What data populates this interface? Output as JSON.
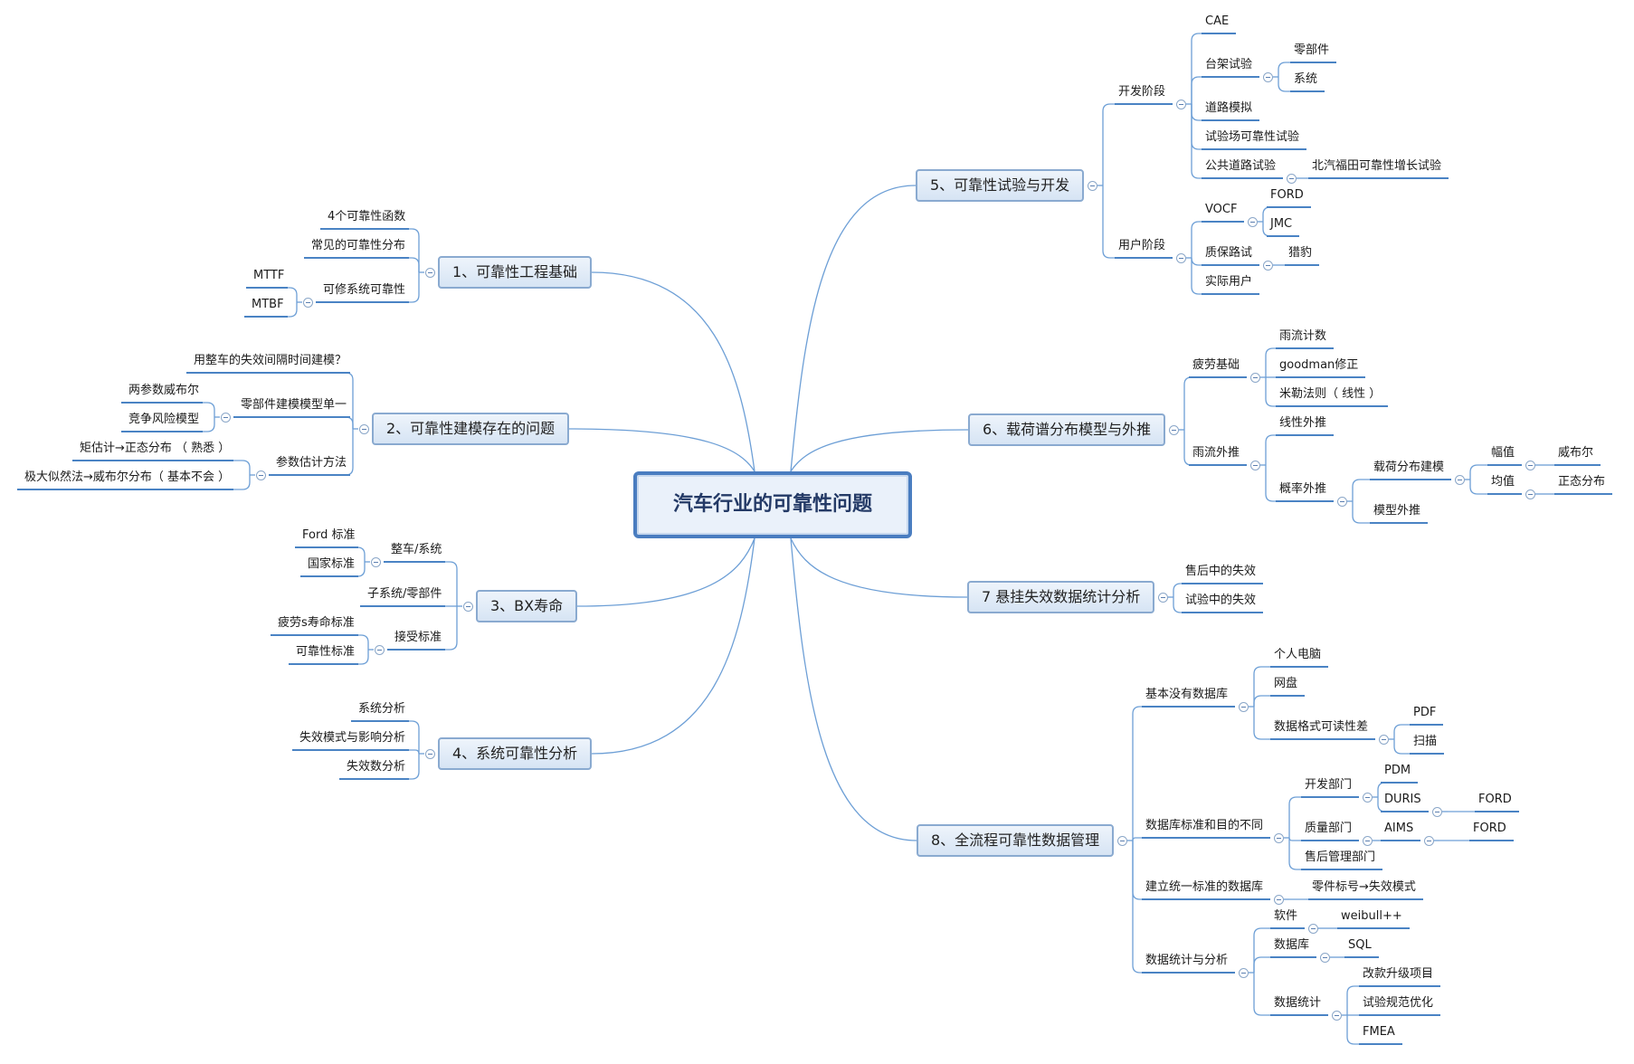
{
  "root": {
    "label": "汽车行业的可靠性问题"
  },
  "branches": [
    {
      "label": "1、可靠性工程基础",
      "children": [
        {
          "label": "4个可靠性函数"
        },
        {
          "label": "常见的可靠性分布"
        },
        {
          "label": "可修系统可靠性",
          "children": [
            {
              "label": "MTTF"
            },
            {
              "label": "MTBF"
            }
          ]
        }
      ]
    },
    {
      "label": "2、可靠性建模存在的问题",
      "children": [
        {
          "label": "用整车的失效间隔时间建模？"
        },
        {
          "label": "零部件建模模型单一",
          "children": [
            {
              "label": "两参数威布尔"
            },
            {
              "label": "竞争风险模型"
            }
          ]
        },
        {
          "label": "参数估计方法",
          "children": [
            {
              "label": "矩估计→正态分布 （ 熟悉 ）"
            },
            {
              "label": "极大似然法→威布尔分布（ 基本不会 ）"
            }
          ]
        }
      ]
    },
    {
      "label": "3、BX寿命",
      "children": [
        {
          "label": "整车/系统",
          "children": [
            {
              "label": "Ford 标准"
            },
            {
              "label": "国家标准"
            }
          ]
        },
        {
          "label": "子系统/零部件"
        },
        {
          "label": "接受标准",
          "children": [
            {
              "label": "疲劳s寿命标准"
            },
            {
              "label": "可靠性标准"
            }
          ]
        }
      ]
    },
    {
      "label": "4、系统可靠性分析",
      "children": [
        {
          "label": "系统分析"
        },
        {
          "label": "失效模式与影响分析"
        },
        {
          "label": "失效数分析"
        }
      ]
    },
    {
      "label": "5、可靠性试验与开发",
      "children": [
        {
          "label": "开发阶段",
          "children": [
            {
              "label": "CAE"
            },
            {
              "label": "台架试验",
              "children": [
                {
                  "label": "零部件"
                },
                {
                  "label": "系统"
                }
              ]
            },
            {
              "label": "道路模拟"
            },
            {
              "label": "试验场可靠性试验"
            },
            {
              "label": "公共道路试验",
              "children": [
                {
                  "label": "北汽福田可靠性增长试验"
                }
              ]
            }
          ]
        },
        {
          "label": "用户阶段",
          "children": [
            {
              "label": "VOCF",
              "children": [
                {
                  "label": "FORD"
                },
                {
                  "label": "JMC"
                }
              ]
            },
            {
              "label": "质保路试",
              "children": [
                {
                  "label": "猎豹"
                }
              ]
            },
            {
              "label": "实际用户"
            }
          ]
        }
      ]
    },
    {
      "label": "6、载荷谱分布模型与外推",
      "children": [
        {
          "label": "疲劳基础",
          "children": [
            {
              "label": "雨流计数"
            },
            {
              "label": "goodman修正"
            },
            {
              "label": "米勒法则（ 线性 ）"
            }
          ]
        },
        {
          "label": "雨流外推",
          "children": [
            {
              "label": "线性外推"
            },
            {
              "label": "概率外推",
              "children": [
                {
                  "label": "载荷分布建模",
                  "children": [
                    {
                      "label": "幅值",
                      "children": [
                        {
                          "label": "威布尔"
                        }
                      ]
                    },
                    {
                      "label": "均值",
                      "children": [
                        {
                          "label": "正态分布"
                        }
                      ]
                    }
                  ]
                },
                {
                  "label": "模型外推"
                }
              ]
            }
          ]
        }
      ]
    },
    {
      "label": "7 悬挂失效数据统计分析",
      "children": [
        {
          "label": "售后中的失效"
        },
        {
          "label": "试验中的失效"
        }
      ]
    },
    {
      "label": "8、全流程可靠性数据管理",
      "children": [
        {
          "label": "基本没有数据库",
          "children": [
            {
              "label": "个人电脑"
            },
            {
              "label": "网盘"
            },
            {
              "label": "数据格式可读性差",
              "children": [
                {
                  "label": "PDF"
                },
                {
                  "label": "扫描"
                }
              ]
            }
          ]
        },
        {
          "label": "数据库标准和目的不同",
          "children": [
            {
              "label": "开发部门",
              "children": [
                {
                  "label": "PDM"
                },
                {
                  "label": "DURIS",
                  "children": [
                    {
                      "label": "FORD"
                    }
                  ]
                }
              ]
            },
            {
              "label": "质量部门",
              "children": [
                {
                  "label": "AIMS",
                  "children": [
                    {
                      "label": "FORD"
                    }
                  ]
                }
              ]
            },
            {
              "label": "售后管理部门"
            }
          ]
        },
        {
          "label": "建立统一标准的数据库",
          "children": [
            {
              "label": "零件标号→失效模式"
            }
          ]
        },
        {
          "label": "数据统计与分析",
          "children": [
            {
              "label": "软件",
              "children": [
                {
                  "label": "weibull++"
                }
              ]
            },
            {
              "label": "数据库",
              "children": [
                {
                  "label": "SQL"
                }
              ]
            },
            {
              "label": "数据统计",
              "children": [
                {
                  "label": "改款升级项目"
                },
                {
                  "label": "试验规范优化"
                },
                {
                  "label": "FMEA"
                }
              ]
            }
          ]
        }
      ]
    }
  ]
}
